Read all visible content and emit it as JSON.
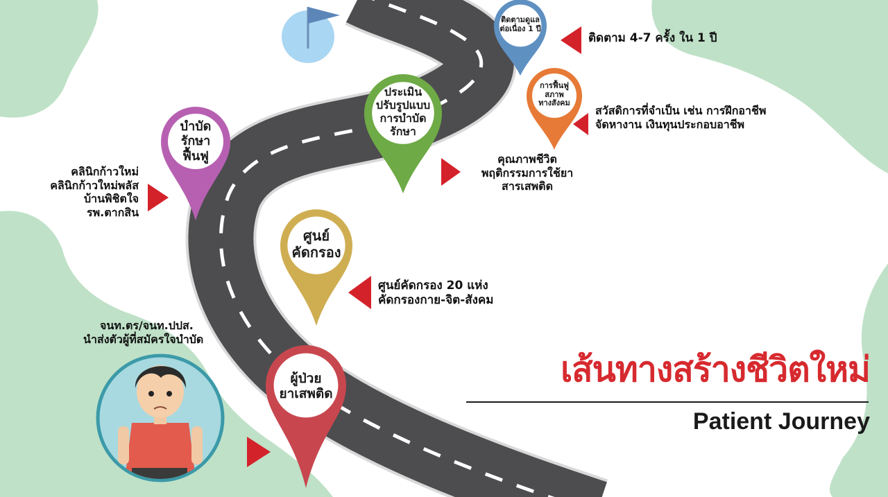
{
  "pins": {
    "patient": {
      "line1": "ผู้ป่วย",
      "line2": "ยาเสพติด",
      "color": "#c8474f"
    },
    "screening": {
      "line1": "ศูนย์",
      "line2": "คัดกรอง",
      "color": "#cfae52"
    },
    "treatment": {
      "line1": "บำบัด",
      "line2": "รักษา",
      "line3": "ฟื้นฟู",
      "color": "#b760b2"
    },
    "evaluate": {
      "line1": "ประเมิน",
      "line2": "ปรับรูปแบบ",
      "line3": "การบำบัด",
      "line4": "รักษา",
      "color": "#6eaa45"
    },
    "social": {
      "line1": "การฟื้นฟู",
      "line2": "สภาพ",
      "line3": "ทางสังคม",
      "color": "#e67a36"
    },
    "followup": {
      "line1": "ติดตามดูแล",
      "line2": "ต่อเนื่อง 1 ปี",
      "color": "#5f90c2"
    }
  },
  "labels": {
    "referral": {
      "line1": "จนท.ตร/จนท.ปปส.",
      "line2": "นำส่งตัวผู้ที่สมัครใจบำบัด"
    },
    "screening": {
      "line1": "ศูนย์คัดกรอง 20 แห่ง",
      "line2": "คัดกรองกาย-จิต-สังคม"
    },
    "clinics": {
      "line1": "คลินิกก้าวใหม่",
      "line2": "คลินิกก้าวใหม่พลัส",
      "line3": "บ้านพิชิตใจ",
      "line4": "รพ.ตากสิน"
    },
    "quality": {
      "line1": "คุณภาพชีวิต",
      "line2": "พฤติกรรมการใช้ยา",
      "line3": "สารเสพติด"
    },
    "welfare": {
      "line1": "สวัสดิการที่จำเป็น เช่น การฝึกอาชีพ",
      "line2": "จัดหางาน เงินทุนประกอบอาชีพ"
    },
    "followup": {
      "line1": "ติดตาม 4-7 ครั้ง ใน 1 ปี"
    }
  },
  "title": {
    "thai": "เส้นทางสร้างชีวิตใหม่",
    "english": "Patient Journey"
  },
  "colors": {
    "arrow": "#d4222b",
    "title_red": "#d62a2f",
    "blob": "#bfe1c8",
    "road": "#4d4d4f"
  }
}
